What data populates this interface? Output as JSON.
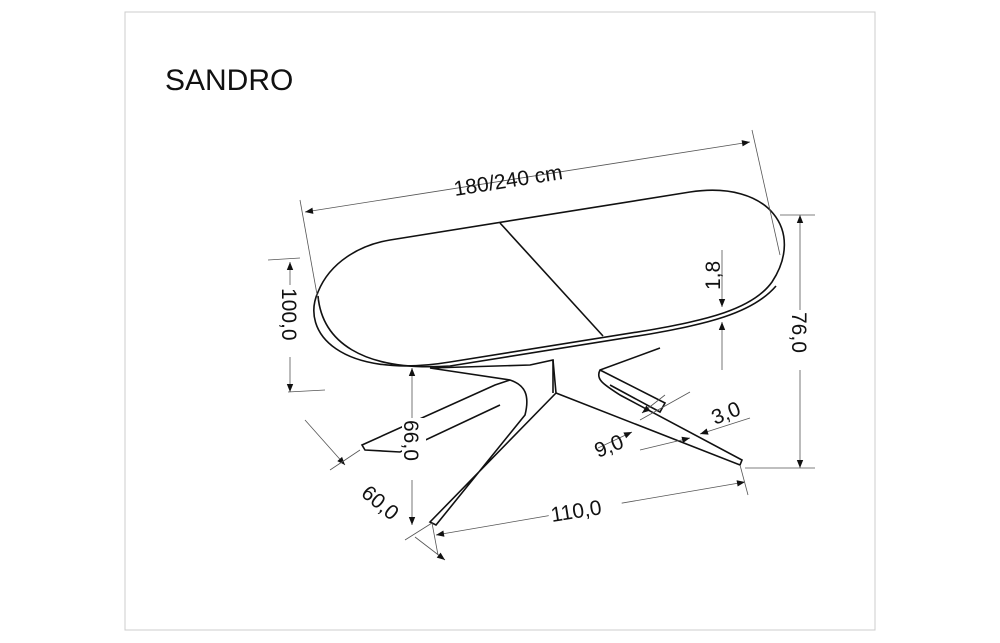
{
  "title": "SANDRO",
  "dimensions": {
    "length": "180/240 cm",
    "width": "100,0",
    "height": "76,0",
    "top_thickness": "1,8",
    "leg_clearance": "66,0",
    "leg_depth": "60,0",
    "leg_span": "110,0",
    "leg_width": "9,0",
    "leg_thickness": "3,0"
  }
}
